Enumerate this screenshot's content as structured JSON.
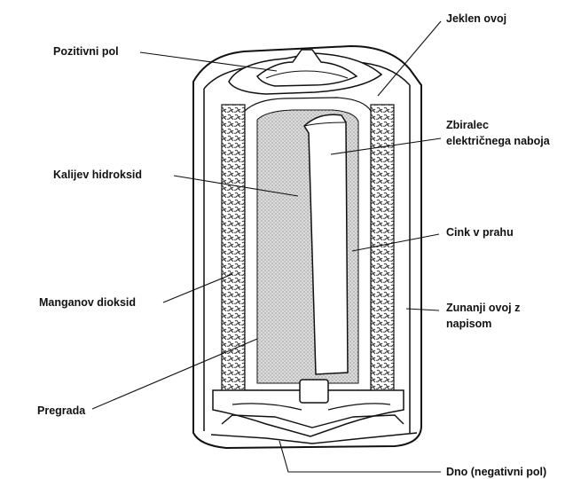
{
  "labels": {
    "positive_pole": "Pozitivni pol",
    "steel_case": "Jeklen ovoj",
    "collector_line1": "Zbiralec",
    "collector_line2": "električnega naboja",
    "koh": "Kalijev hidroksid",
    "zinc": "Cink v prahu",
    "mno2": "Manganov dioksid",
    "outer_line1": "Zunanji ovoj z",
    "outer_line2": "napisom",
    "separator": "Pregrada",
    "bottom": "Dno (negativni pol)"
  }
}
